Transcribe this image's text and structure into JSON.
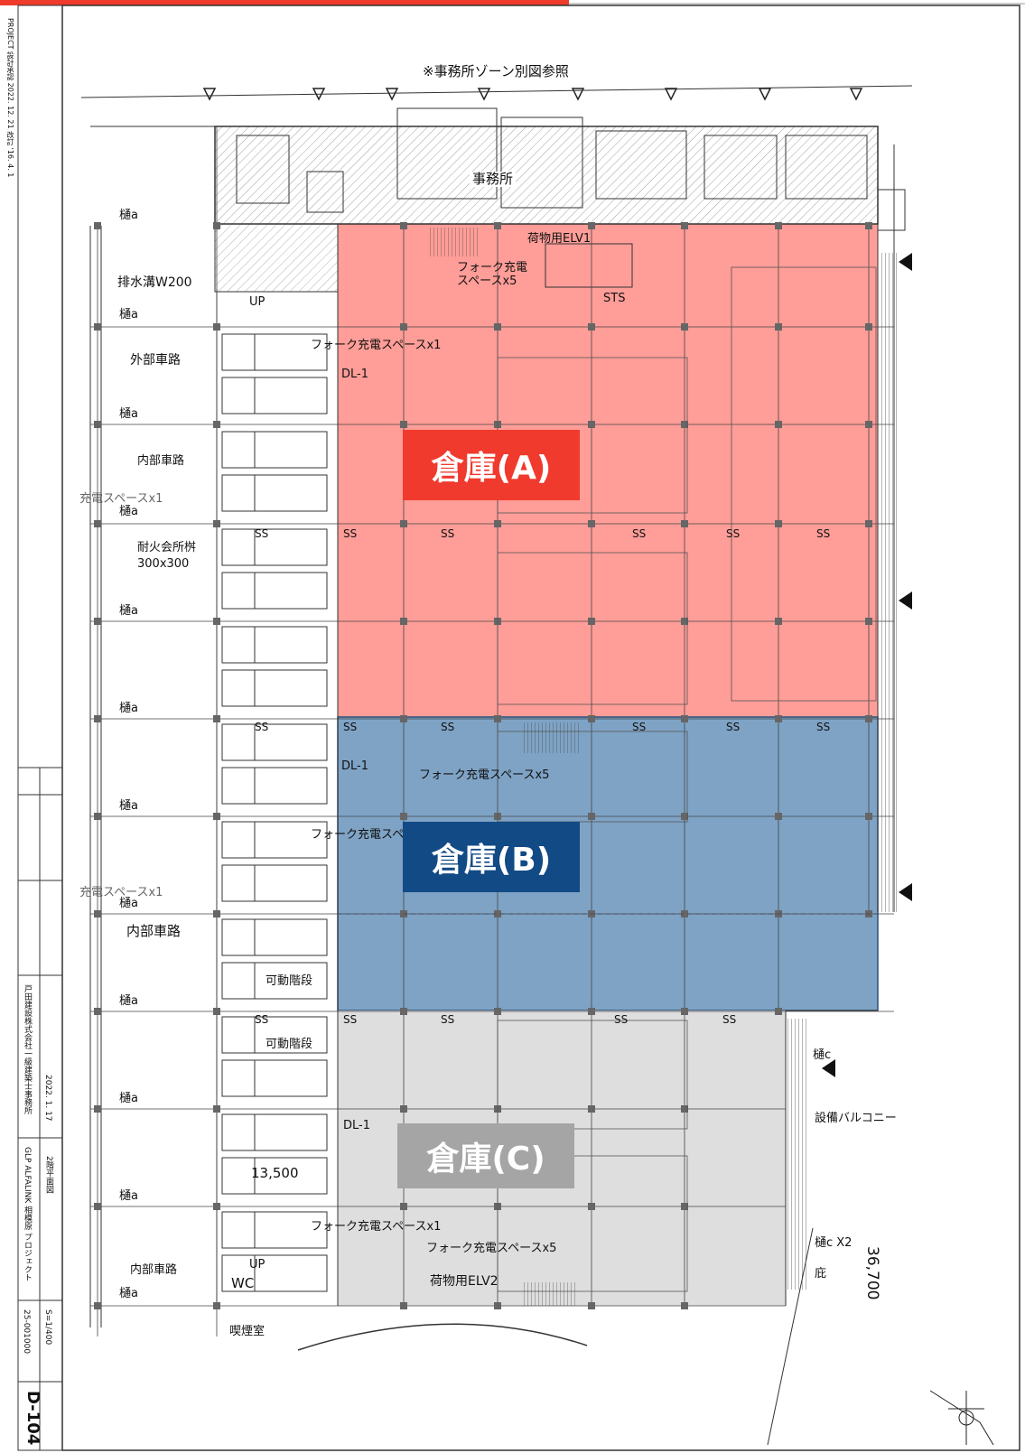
{
  "top_note": "※事務所ゾーン別図参照",
  "office_label": "事務所",
  "zones": [
    {
      "tag": "倉庫(A)",
      "tag_color": "#f03a2e",
      "fill_color": "#ff9d98"
    },
    {
      "tag": "倉庫(B)",
      "tag_color": "#124a86",
      "fill_color": "#7ea3c5"
    },
    {
      "tag": "倉庫(C)",
      "tag_color": "#a5a5a5",
      "fill_color": "#dedede"
    }
  ],
  "labels": {
    "elv1": "荷物用ELV1",
    "fork_charge_top": "フォーク充電\nスペースx5",
    "sts": "STS",
    "up_top": "UP",
    "fork_charge_x1_a": "フォーク充電スペースx1",
    "dl1_a": "DL-1",
    "drain": "排水溝W200",
    "outer_road": "外部車路",
    "inner_road_1": "内部車路",
    "charge_space_1": "充電スペースx1",
    "fire_hydrant": "耐火会所桝",
    "fire_hydrant_size": "300x300",
    "dl1_b": "DL-1",
    "fork_charge_x5_b": "フォーク充電スペースx5",
    "fork_charge_b": "フォーク充電スペ",
    "charge_space_2": "充電スペースx1",
    "inner_road_2": "内部車路",
    "movable_stair_1": "可動階段",
    "movable_stair_2": "可動階段",
    "dl1_c": "DL-1",
    "dim_13500": "13,500",
    "fork_charge_x1_c": "フォーク充電スペースx1",
    "fork_charge_x5_c": "フォーク充電スペースx5",
    "elv2": "荷物用ELV2",
    "up_bottom": "UP",
    "wc": "WC",
    "inner_road_3": "内部車路",
    "smoking": "喫煙室",
    "balcony": "設備バルコニー",
    "dim_36700": "36,700",
    "eave": "庇",
    "gutter_c_x2": "樋c X2",
    "gutter_a": "樋a",
    "gutter_c": "樋c"
  },
  "title_block": {
    "sheet_no": "D-104",
    "drawing_name": "2階平面図",
    "project": "GLP ALFALINK 相模原 プロジェクト",
    "date": "2022. 1. 17",
    "designer": "戸田建設株式会社一級建築士事務所",
    "scale": "S=1/400",
    "doc_no": "25-001000",
    "edge_note": "PROJECT 設計承認 2022. 12. 21  改訂 '16. 4. 1"
  },
  "colors": {
    "line": "#3a3a3a",
    "hatch": "#555555",
    "top_bar": "#ef3b2c"
  }
}
